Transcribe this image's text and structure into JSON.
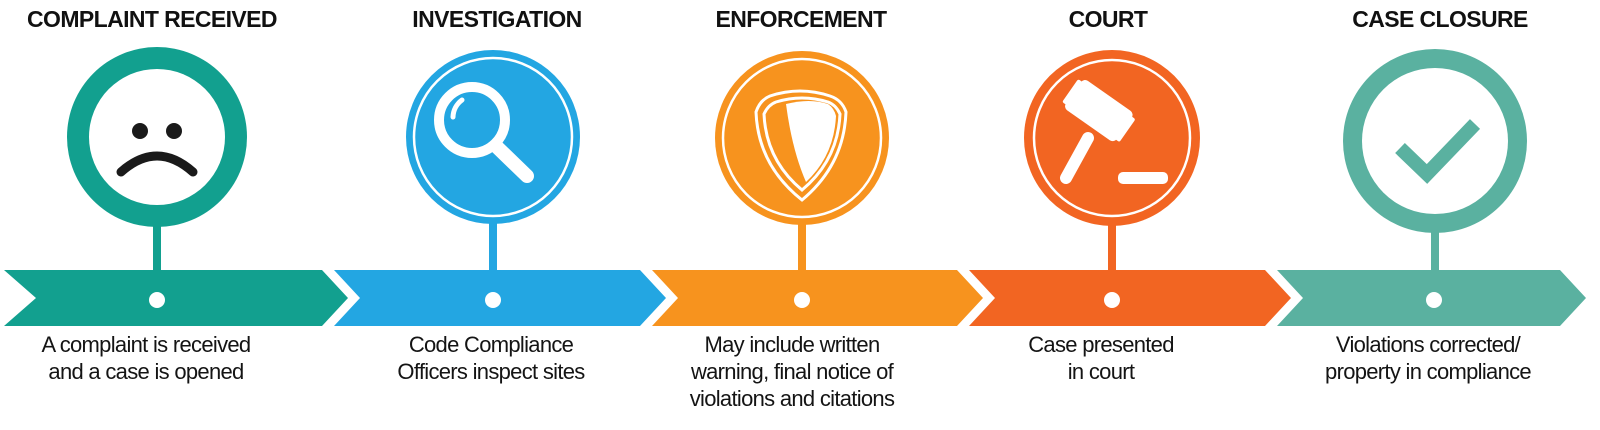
{
  "diagram": {
    "type": "process-timeline",
    "steps": [
      {
        "title": "COMPLAINT RECEIVED",
        "icon": "sad-face-icon",
        "color": "#12A08F",
        "desc_lines": [
          "A complaint is received",
          "and a case is opened"
        ]
      },
      {
        "title": "INVESTIGATION",
        "icon": "magnifying-glass-icon",
        "color": "#23A6E2",
        "desc_lines": [
          "Code Compliance",
          "Officers inspect sites"
        ]
      },
      {
        "title": "ENFORCEMENT",
        "icon": "shield-icon",
        "color": "#F7931E",
        "desc_lines": [
          "May include written",
          "warning, final notice of",
          "violations and citations"
        ]
      },
      {
        "title": "COURT",
        "icon": "gavel-icon",
        "color": "#F26522",
        "desc_lines": [
          "Case presented",
          "in court"
        ]
      },
      {
        "title": "CASE CLOSURE",
        "icon": "checkmark-icon",
        "color": "#5AB1A0",
        "desc_lines": [
          "Violations corrected/",
          "property in compliance"
        ]
      }
    ]
  }
}
